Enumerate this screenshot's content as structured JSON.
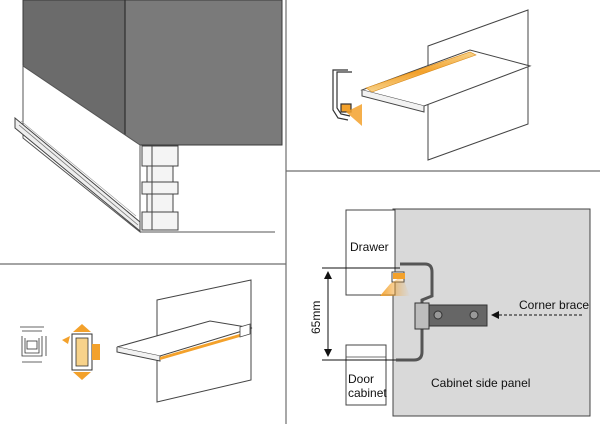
{
  "panels": {
    "top_left": {
      "kind": "drawing"
    },
    "top_right": {
      "kind": "drawing"
    },
    "bottom_left": {
      "kind": "drawing"
    },
    "bottom_right": {
      "labels": {
        "drawer": "Drawer",
        "door_cabinet_line1": "Door",
        "door_cabinet_line2": "cabinet",
        "dimension": "65mm",
        "corner_brace": "Corner brace",
        "side_panel": "Cabinet side panel"
      }
    }
  },
  "colors": {
    "divider": "#6e6e6e",
    "cabinet_dark": "#6b6b6b",
    "panel_light": "#d9d9d9",
    "accent": "#f3a12b",
    "accent_light": "#f7d28a",
    "line": "#444444"
  }
}
